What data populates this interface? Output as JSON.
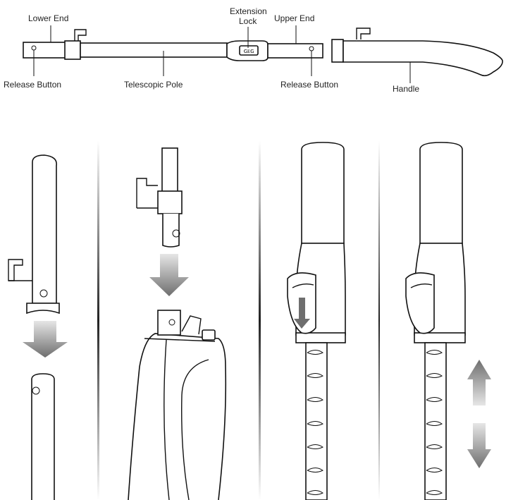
{
  "labels": {
    "lower_end": "Lower End",
    "extension_lock_1": "Extension",
    "extension_lock_2": "Lock",
    "upper_end": "Upper End",
    "release_button_left": "Release Button",
    "telescopic_pole": "Telescopic Pole",
    "release_button_right": "Release Button",
    "handle": "Handle"
  },
  "extension_lock_glyph": "ɢᴇɢ",
  "colors": {
    "line": "#111111",
    "arrow_light": "#e2e2e2",
    "arrow_dark": "#7a7a7a",
    "divider": "#222222"
  }
}
